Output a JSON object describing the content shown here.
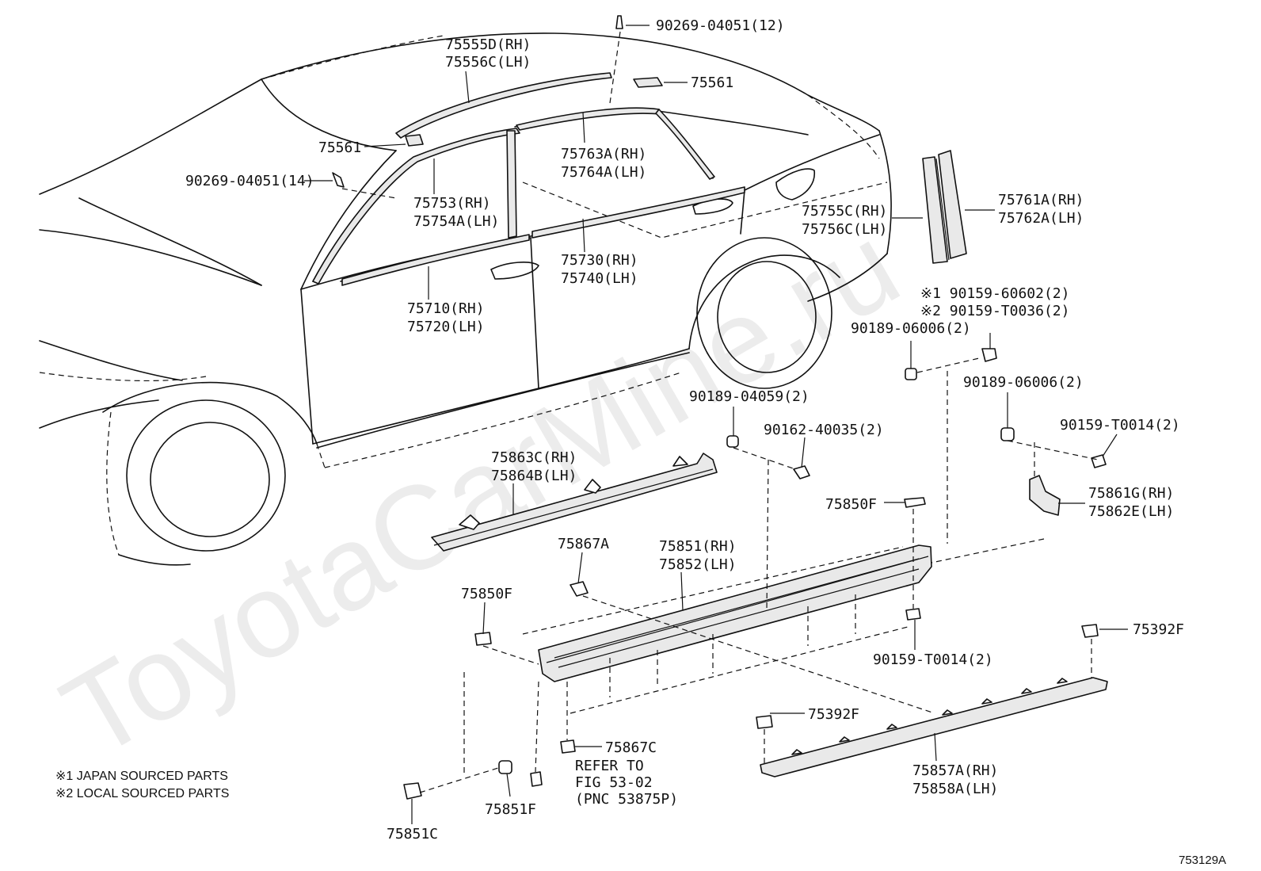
{
  "watermark": "ToyotaCarMine.ru",
  "figure_id": "753129A",
  "notes": [
    "※1 JAPAN SOURCED PARTS",
    "※2 LOCAL SOURCED PARTS"
  ],
  "labels": {
    "p90269_04051_12": "90269-04051(12)",
    "p75555D": "75555D(RH)",
    "p75556C": "75556C(LH)",
    "p75561_top": "75561",
    "p75561_left": "75561",
    "p90269_04051_14": "90269-04051(14)",
    "p75763A": "75763A(RH)",
    "p75764A": "75764A(LH)",
    "p75753": "75753(RH)",
    "p75754A": "75754A(LH)",
    "p75755C": "75755C(RH)",
    "p75756C": "75756C(LH)",
    "p75761A": "75761A(RH)",
    "p75762A": "75762A(LH)",
    "p75730": "75730(RH)",
    "p75740": "75740(LH)",
    "p75710": "75710(RH)",
    "p75720": "75720(LH)",
    "p90159_60602": "※1 90159-60602(2)",
    "p90159_T0036": "※2 90159-T0036(2)",
    "p90189_06006_a": "90189-06006(2)",
    "p90189_06006_b": "90189-06006(2)",
    "p90189_04059": "90189-04059(2)",
    "p90162_40035": "90162-40035(2)",
    "p90159_T0014_a": "90159-T0014(2)",
    "p75863C": "75863C(RH)",
    "p75864B": "75864B(LH)",
    "p75850F_a": "75850F",
    "p75861G": "75861G(RH)",
    "p75862E": "75862E(LH)",
    "p75867A": "75867A",
    "p75851": "75851(RH)",
    "p75852": "75852(LH)",
    "p75850F_b": "75850F",
    "p90159_T0014_b": "90159-T0014(2)",
    "p75392F_a": "75392F",
    "p75392F_b": "75392F",
    "p75867C": "75867C",
    "refer_1": "REFER TO",
    "refer_2": "FIG 53-02",
    "refer_3": "(PNC 53875P)",
    "p75857A": "75857A(RH)",
    "p75858A": "75858A(LH)",
    "p75851F": "75851F",
    "p75851C": "75851C"
  }
}
